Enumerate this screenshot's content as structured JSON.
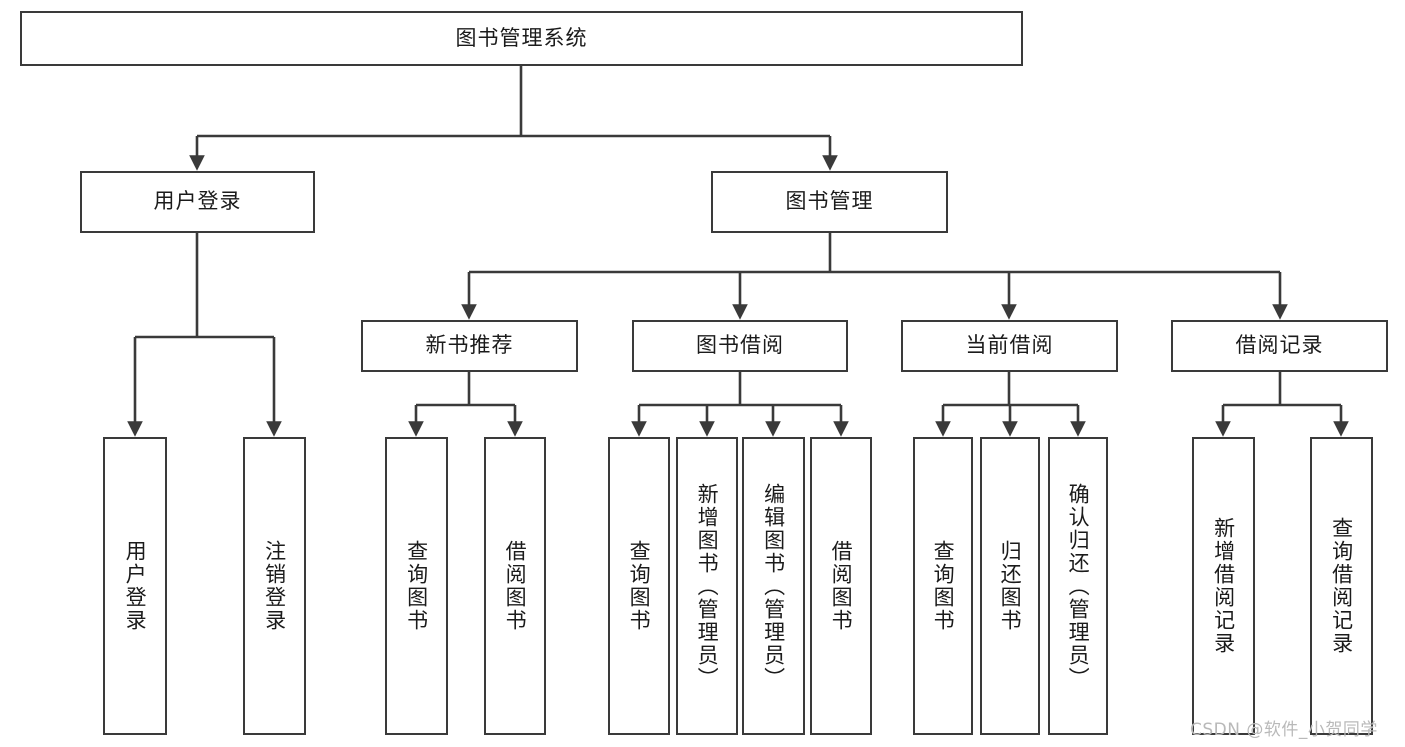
{
  "diagram": {
    "type": "tree-hierarchy",
    "title": "图书管理系统",
    "root": {
      "label": "图书管理系统"
    },
    "level2": [
      {
        "label": "用户登录"
      },
      {
        "label": "图书管理"
      }
    ],
    "level3": [
      {
        "label": "新书推荐"
      },
      {
        "label": "图书借阅"
      },
      {
        "label": "当前借阅"
      },
      {
        "label": "借阅记录"
      }
    ],
    "leaves": {
      "user_login": [
        {
          "label": "用户登录"
        },
        {
          "label": "注销登录"
        }
      ],
      "new_book_recommend": [
        {
          "label": "查询图书"
        },
        {
          "label": "借阅图书"
        }
      ],
      "book_borrow": [
        {
          "label": "查询图书"
        },
        {
          "label": "新增图书（管理员）"
        },
        {
          "label": "编辑图书（管理员）"
        },
        {
          "label": "借阅图书"
        }
      ],
      "current_borrow": [
        {
          "label": "查询图书"
        },
        {
          "label": "归还图书"
        },
        {
          "label": "确认归还（管理员）"
        }
      ],
      "borrow_record": [
        {
          "label": "新增借阅记录"
        },
        {
          "label": "查询借阅记录"
        }
      ]
    },
    "watermark": "CSDN @软件_小贺同学",
    "colors": {
      "stroke": "#3a3a3a",
      "fill": "#ffffff",
      "text": "#1b1b1b",
      "watermark": "#b9b9b9"
    }
  }
}
